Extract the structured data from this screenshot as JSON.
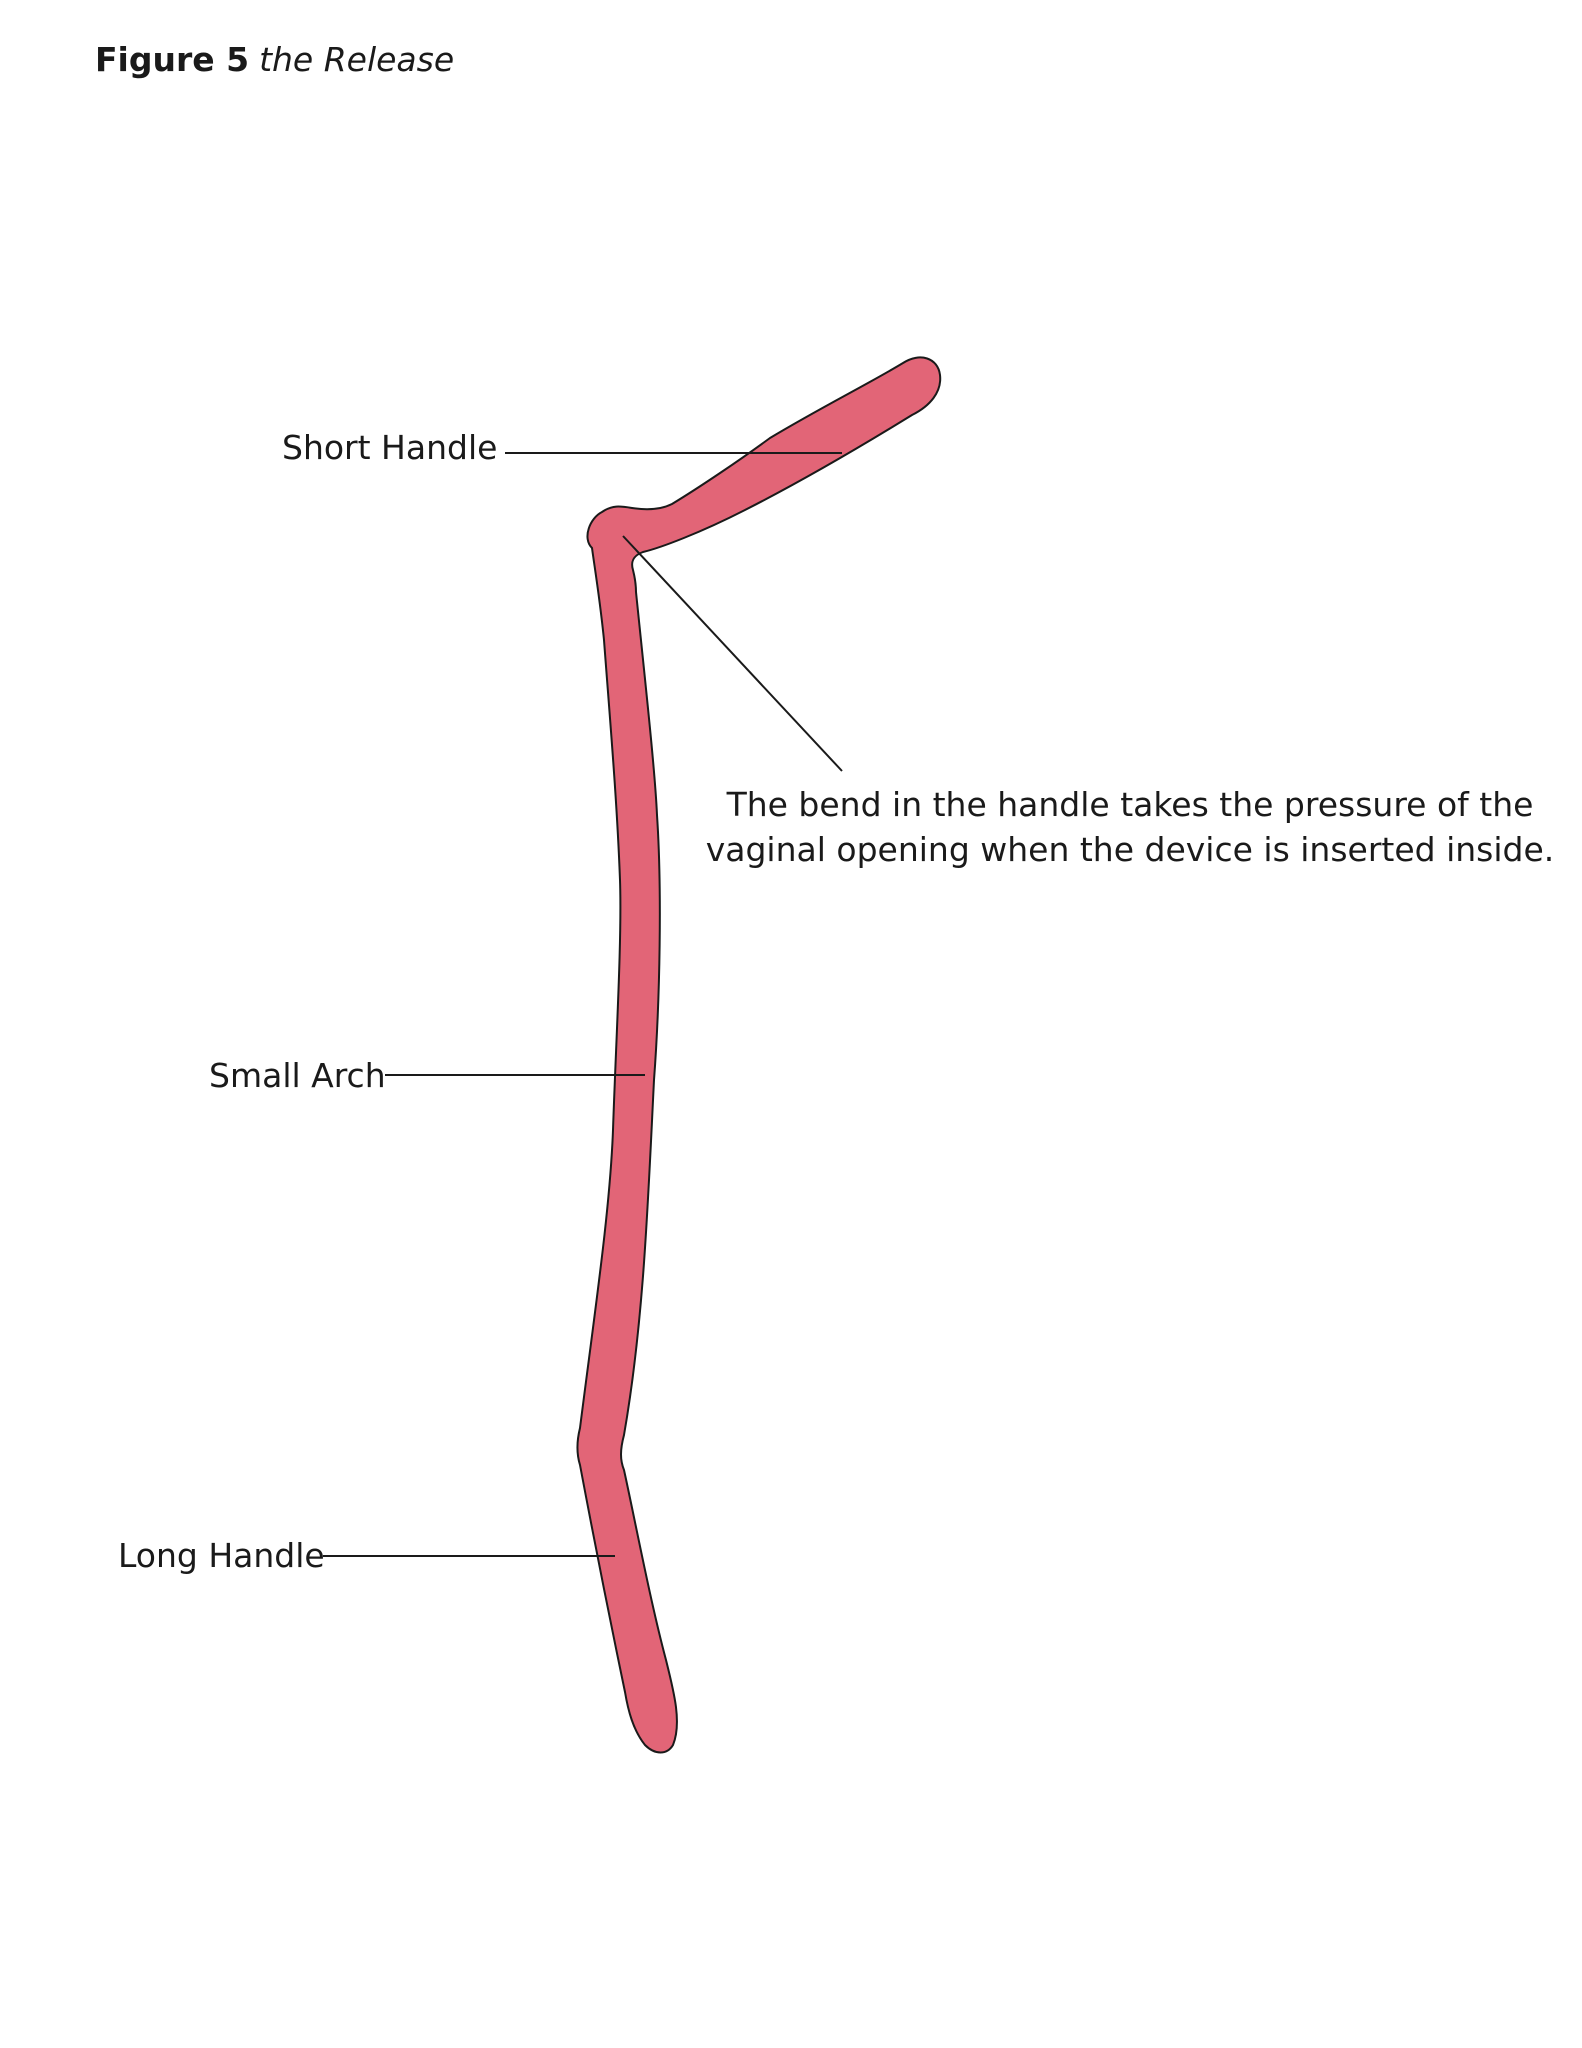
{
  "figure": {
    "number": "Figure 5",
    "name": "the Release"
  },
  "labels": {
    "short_handle": "Short Handle",
    "small_arch": "Small Arch",
    "long_handle": "Long Handle"
  },
  "note": {
    "line1": "The bend in the handle takes the pressure of the",
    "line2": "vaginal opening when the device is inserted inside."
  },
  "colors": {
    "device_fill": "#e26577",
    "outline": "#1a1a1a",
    "background": "#ffffff"
  }
}
